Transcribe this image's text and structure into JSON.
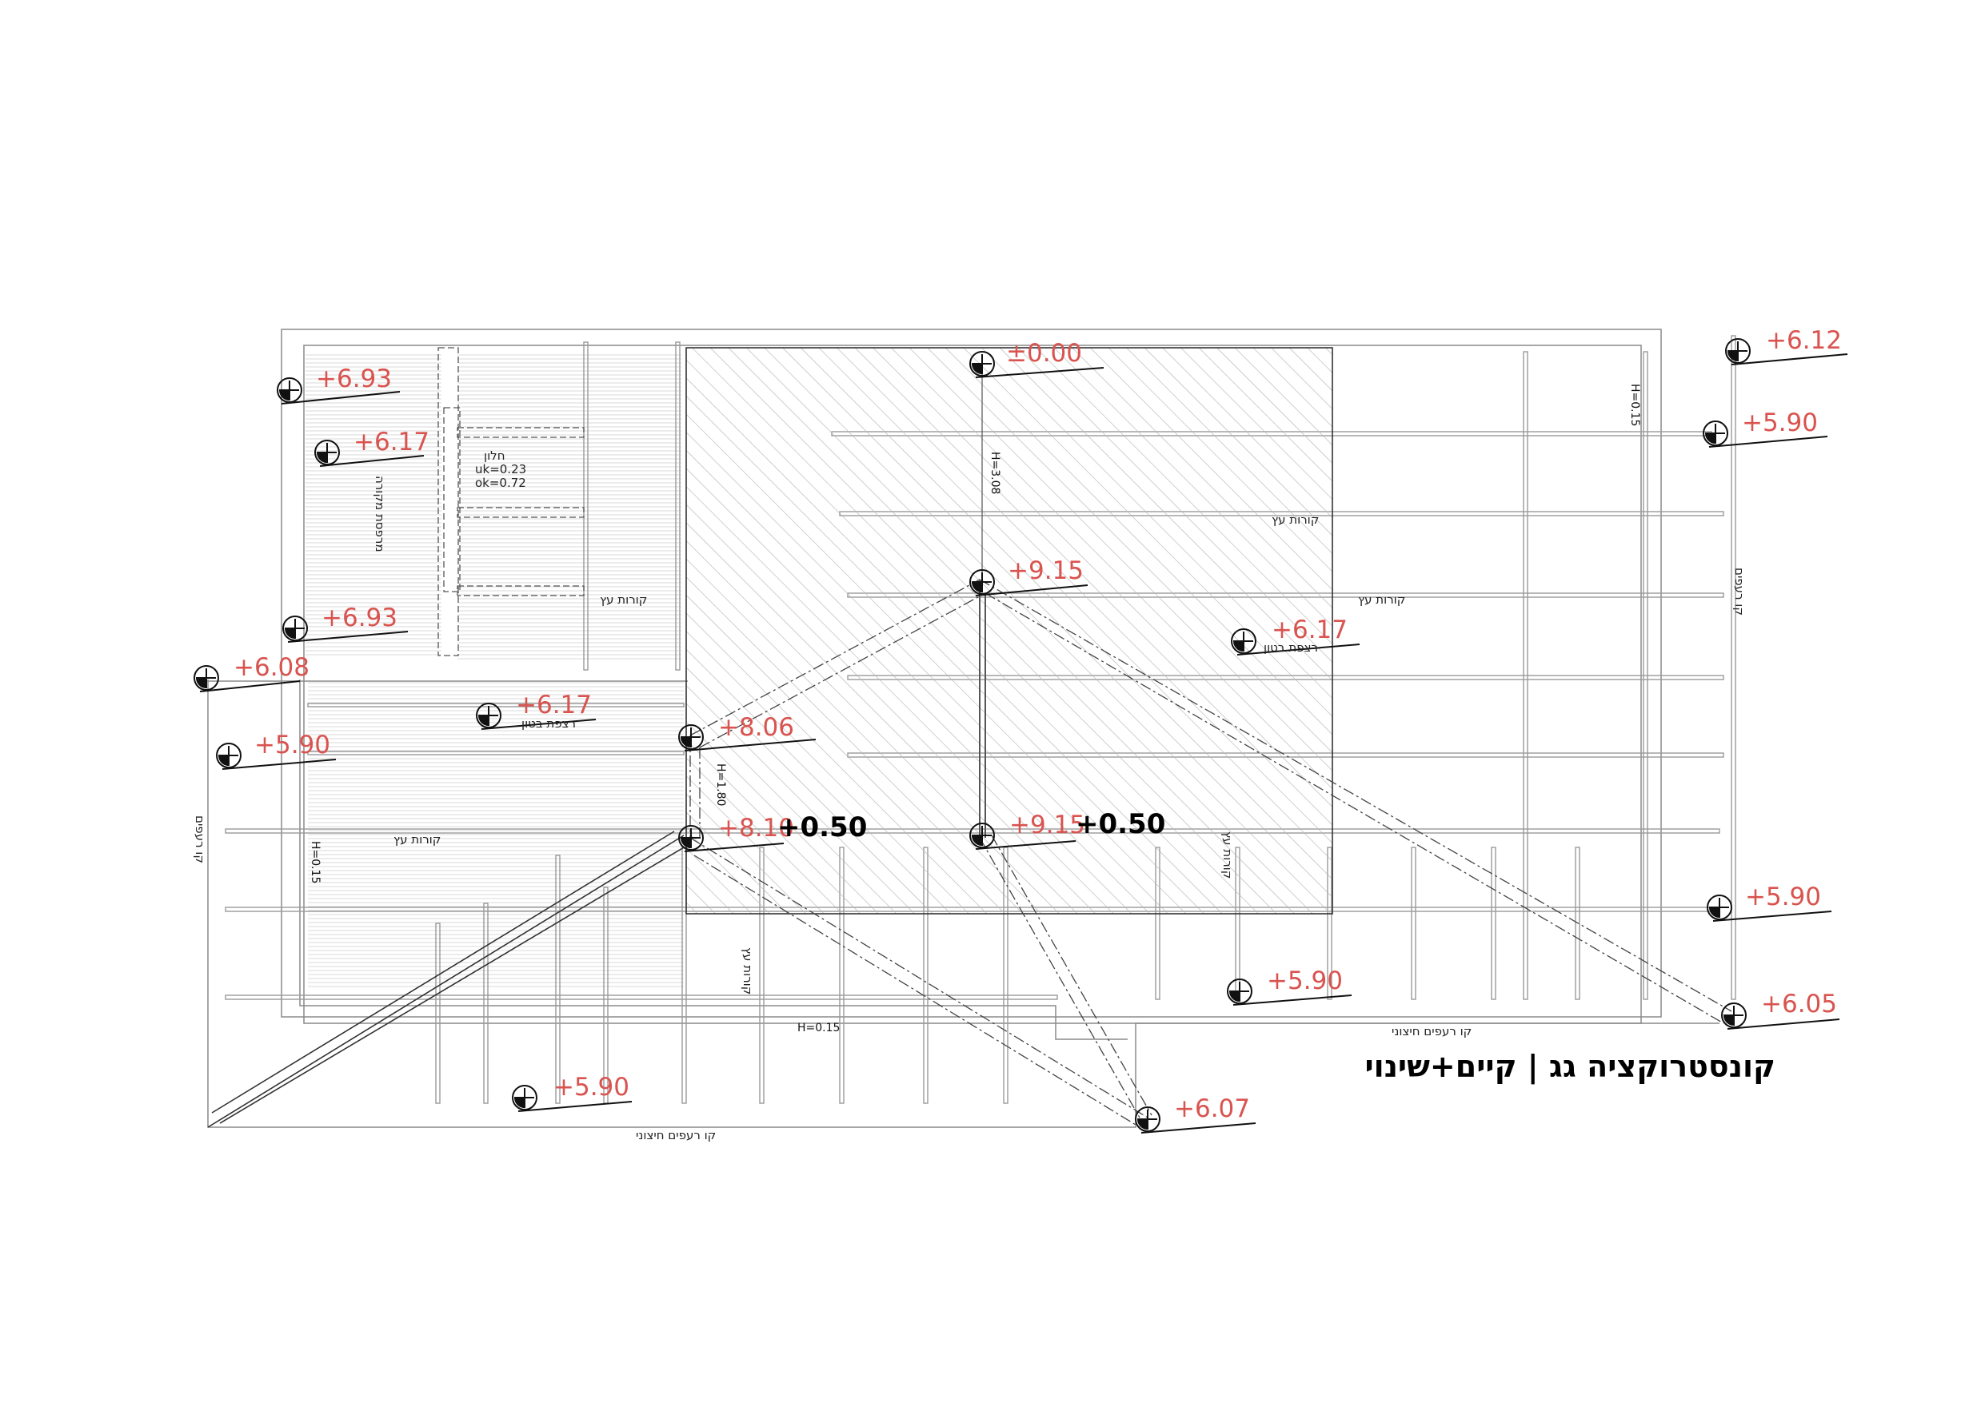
{
  "title": "קונסטרוקציה גג | קיים+שינוי",
  "levels": {
    "roof_top_left": "+6.93",
    "roof_second_left": "+6.17",
    "roof_third_left": "+6.93",
    "edge_left_upper": "+6.08",
    "edge_left_lower": "+5.90",
    "slab_left": "+6.17",
    "zero_level": "±0.00",
    "ridge_top": "+9.15",
    "ridge_bottom": "+9.15",
    "hip_left_upper": "+8.06",
    "hip_left_lower": "+8.10",
    "slab_right": "+6.17",
    "right_top_1": "+6.12",
    "right_top_2": "+5.90",
    "right_lower": "+5.90",
    "right_corner": "+6.05",
    "center_low": "+5.90",
    "bottom_left": "+5.90",
    "bottom_corner": "+6.07"
  },
  "increments": {
    "left": "+0.50",
    "center": "+0.50"
  },
  "notes": {
    "vent": "חלון",
    "uk": "uk=0.23",
    "ok": "ok=0.72",
    "scaffold_note": "מרפסת מקורה",
    "wood_beams_1": "קורות עץ",
    "wood_beams_2": "קורות עץ",
    "wood_beams_3": "קורות עץ",
    "wood_beams_4": "קורות עץ",
    "wood_beams_5": "קורות עץ",
    "wood_beams_6": "קורות עץ",
    "concrete_slab_1": "רצפת בטון",
    "concrete_slab_2": "רצפת בטון",
    "tile_edge_1": "קו רעפים חיצוני",
    "tile_edge_2": "קו רעפים חיצוני",
    "side_note_left": "קו רעפים",
    "side_note_right": "קו רעפים"
  },
  "dimensions": {
    "h_right_top": "H=0.15",
    "h_left": "H=0.15",
    "h_bottom": "H=0.15",
    "h_center": "H=3.08",
    "h_hip": "H=1.80"
  },
  "colors": {
    "level_text": "#d9534f",
    "line": "#7a7a7a",
    "ink": "#000000",
    "hatch": "#b5b5b5"
  }
}
